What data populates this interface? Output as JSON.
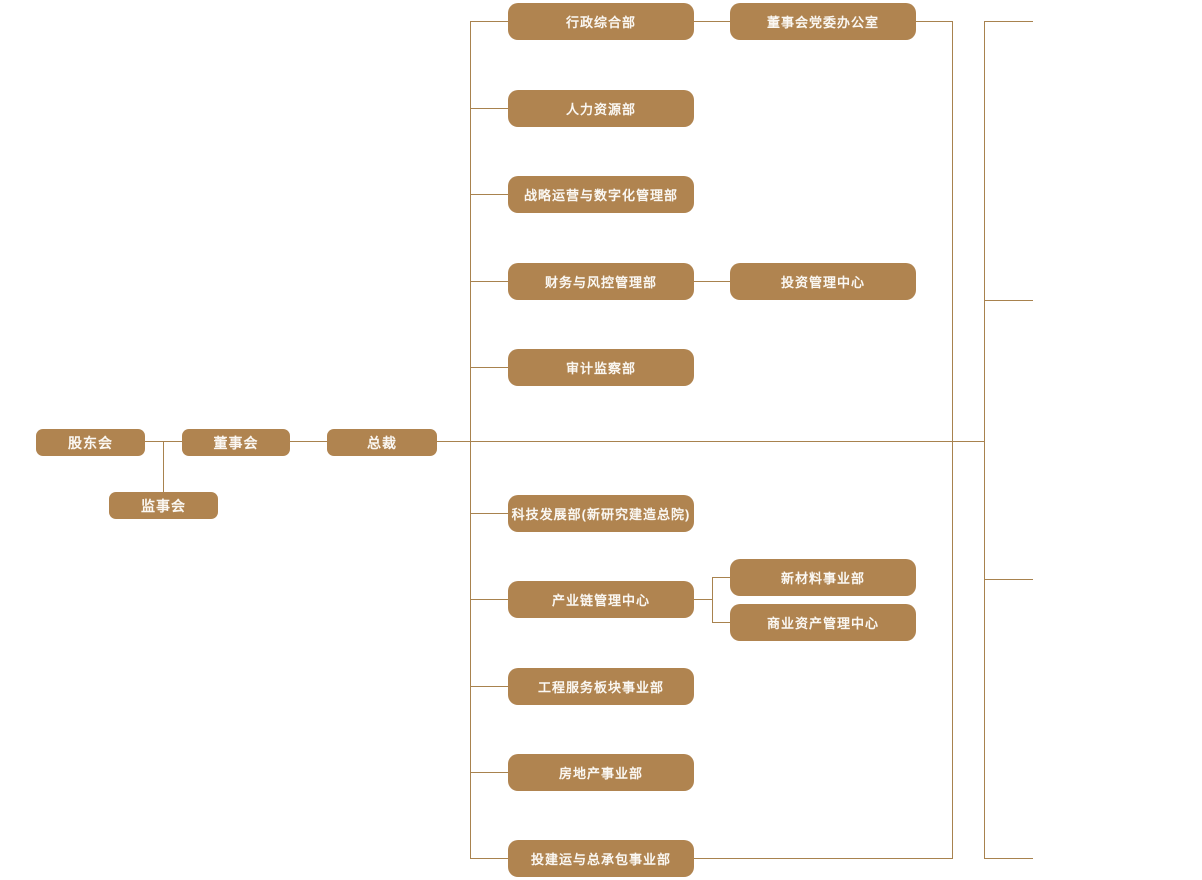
{
  "colors": {
    "node_fill": "#b08450",
    "line": "#a8824e",
    "text": "#faf7f2"
  },
  "org_chart": {
    "type": "organization-chart",
    "governance": {
      "shareholders": {
        "label": "股东会"
      },
      "supervisory_board": {
        "label": "监事会"
      },
      "board_of_directors": {
        "label": "董事会"
      },
      "president": {
        "label": "总裁"
      }
    },
    "departments": [
      {
        "label": "行政综合部"
      },
      {
        "label": "人力资源部"
      },
      {
        "label": "战略运营与数字化管理部"
      },
      {
        "label": "财务与风控管理部"
      },
      {
        "label": "审计监察部"
      },
      {
        "label": "科技发展部(新研究建造总院)"
      },
      {
        "label": "产业链管理中心"
      },
      {
        "label": "工程服务板块事业部"
      },
      {
        "label": "房地产事业部"
      },
      {
        "label": "投建运与总承包事业部"
      }
    ],
    "affiliated_offices": [
      {
        "label": "董事会党委办公室",
        "parent": "行政综合部"
      },
      {
        "label": "投资管理中心",
        "parent": "财务与风控管理部"
      }
    ],
    "industry_chain_subunits": [
      {
        "label": "新材料事业部",
        "parent": "产业链管理中心"
      },
      {
        "label": "商业资产管理中心",
        "parent": "产业链管理中心"
      }
    ]
  }
}
